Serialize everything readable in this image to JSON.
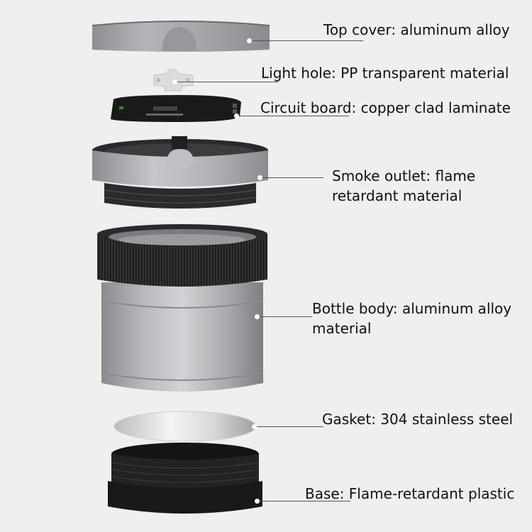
{
  "diagram": {
    "type": "exploded-product-view",
    "components": [
      {
        "id": "top-cover",
        "label": "Top cover: aluminum alloy"
      },
      {
        "id": "light-hole",
        "label": "Light hole: PP transparent material"
      },
      {
        "id": "circuit-board",
        "label": "Circuit board: copper clad laminate"
      },
      {
        "id": "smoke-outlet",
        "label_line1": "Smoke outlet: flame",
        "label_line2": "retardant material"
      },
      {
        "id": "bottle-body",
        "label_line1": "Bottle body: aluminum alloy",
        "label_line2": "material"
      },
      {
        "id": "gasket",
        "label": "Gasket: 304 stainless steel"
      },
      {
        "id": "base",
        "label": "Base: Flame-retardant plastic"
      }
    ]
  },
  "colors": {
    "background": "#efefef",
    "aluminum": "#a9aaad",
    "black_plastic": "#1c1c1e",
    "text": "#111111",
    "leader_line": "#555555"
  }
}
